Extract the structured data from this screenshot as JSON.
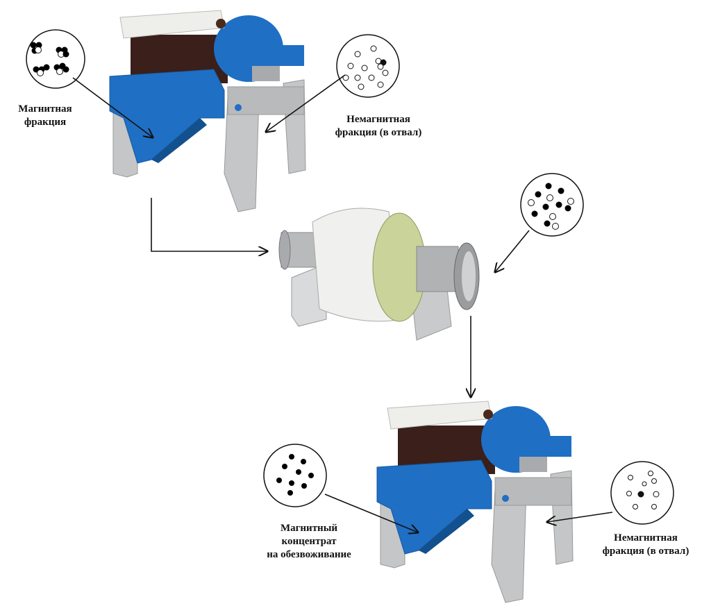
{
  "labels": {
    "magnetic_fraction": [
      "Магнитная",
      "фракция"
    ],
    "nonmagnetic_fraction_top": [
      "Немагнитная",
      "фракция (в отвал)"
    ],
    "magnetic_concentrate": [
      "Магнитный",
      "концентрат",
      "на обезвоживание"
    ],
    "nonmagnetic_fraction_bottom": [
      "Немагнитная",
      "фракция (в отвал)"
    ]
  },
  "colors": {
    "machine_blue": "#1f6fc4",
    "frame_gray": "#c4c6c8",
    "cover_white": "#eeeeea",
    "drum_dark": "#3a1f1a",
    "drum_green": "#c9d39a",
    "line": "#111111"
  }
}
